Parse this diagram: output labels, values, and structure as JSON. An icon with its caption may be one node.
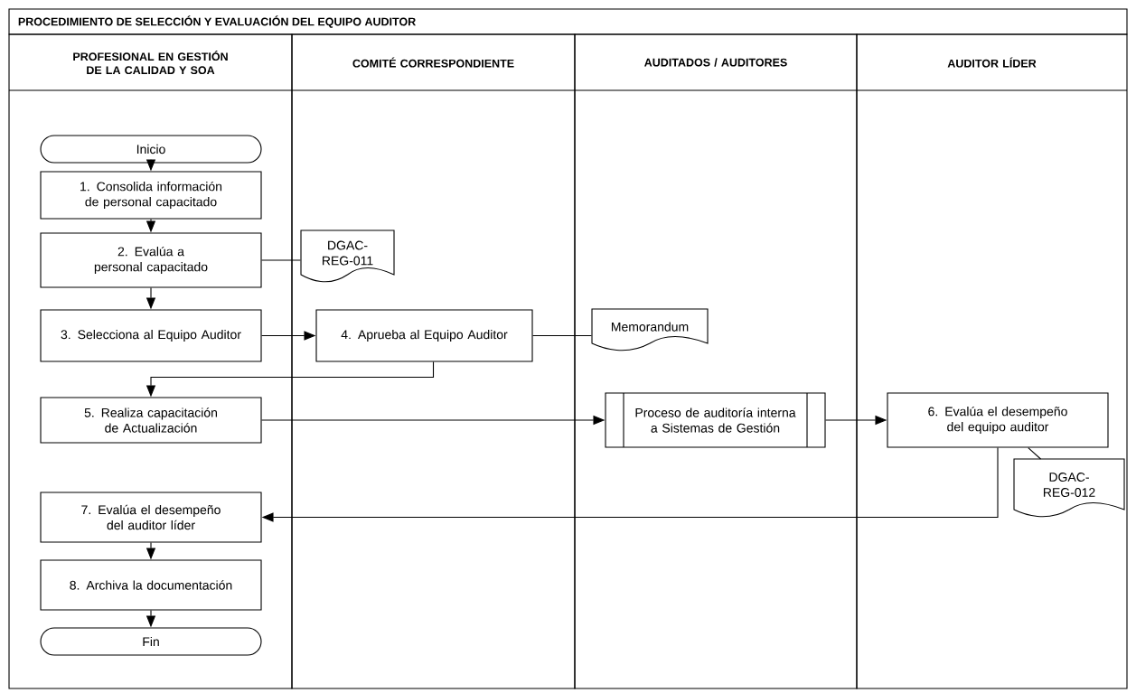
{
  "diagram": {
    "title": "PROCEDIMIENTO DE SELECCIÓN Y EVALUACIÓN DEL EQUIPO AUDITOR",
    "nodes": [
      {
        "text": [
          "PROFESIONAL EN GESTIÓN DE LA CALIDAD Y SOA"
        ]
      },
      {
        "text": [
          "COMITÉ CORRESPONDIENTE"
        ]
      },
      {
        "text": [
          "AUDITADOS / AUDITORES"
        ]
      },
      {
        "text": [
          "AUDITOR LÍDER"
        ]
      },
      {
        "text": [
          "Inicio"
        ],
        "in": 0
      },
      {
        "text": [
          "1. Consolida información de personal capacitado"
        ],
        "in": 0
      },
      {
        "text": [
          "2. Evalúa a personal capacitado"
        ],
        "in": 0
      },
      {
        "text": [
          "DGAC-REG-011"
        ],
        "in": 1
      },
      {
        "text": [
          "3. Selecciona al Equipo Auditor"
        ],
        "in": 0
      },
      {
        "text": [
          "4. Aprueba al Equipo Auditor"
        ],
        "in": 1
      },
      {
        "text": [
          "Memorandum"
        ],
        "in": 2
      },
      {
        "text": [
          "5. Realiza capacitación de Actualización"
        ],
        "in": 0
      },
      {
        "text": [
          "Proceso de auditoría interna a Sistemas de Gestión"
        ],
        "in": 2
      },
      {
        "text": [
          "6. Evalúa el desempeño del equipo auditor"
        ],
        "in": 3
      },
      {
        "text": [
          "DGAC-REG-012"
        ],
        "in": 3
      },
      {
        "text": [
          "7. Evalúa el desempeño del auditor líder"
        ],
        "in": 0
      },
      {
        "text": [
          "8. Archiva la documentación"
        ],
        "in": 0
      },
      {
        "text": [
          "Fin"
        ],
        "in": 0
      }
    ],
    "edges": [
      {
        "from": 4,
        "to": 5,
        "arrow": "to"
      },
      {
        "from": 5,
        "to": 6,
        "arrow": "to"
      },
      {
        "from": 6,
        "to": 7,
        "arrow": "none"
      },
      {
        "from": 6,
        "to": 8,
        "arrow": "to"
      },
      {
        "from": 8,
        "to": 9,
        "arrow": "to"
      },
      {
        "from": 9,
        "to": 10,
        "arrow": "none"
      },
      {
        "from": 9,
        "to": 11,
        "arrow": "to"
      },
      {
        "from": 11,
        "to": 12,
        "arrow": "to"
      },
      {
        "from": 12,
        "to": 13,
        "arrow": "to"
      },
      {
        "from": 13,
        "to": 14,
        "arrow": "none"
      },
      {
        "from": 13,
        "to": 15,
        "arrow": "to"
      },
      {
        "from": 15,
        "to": 16,
        "arrow": "to"
      },
      {
        "from": 16,
        "to": 17,
        "arrow": "to"
      }
    ]
  }
}
